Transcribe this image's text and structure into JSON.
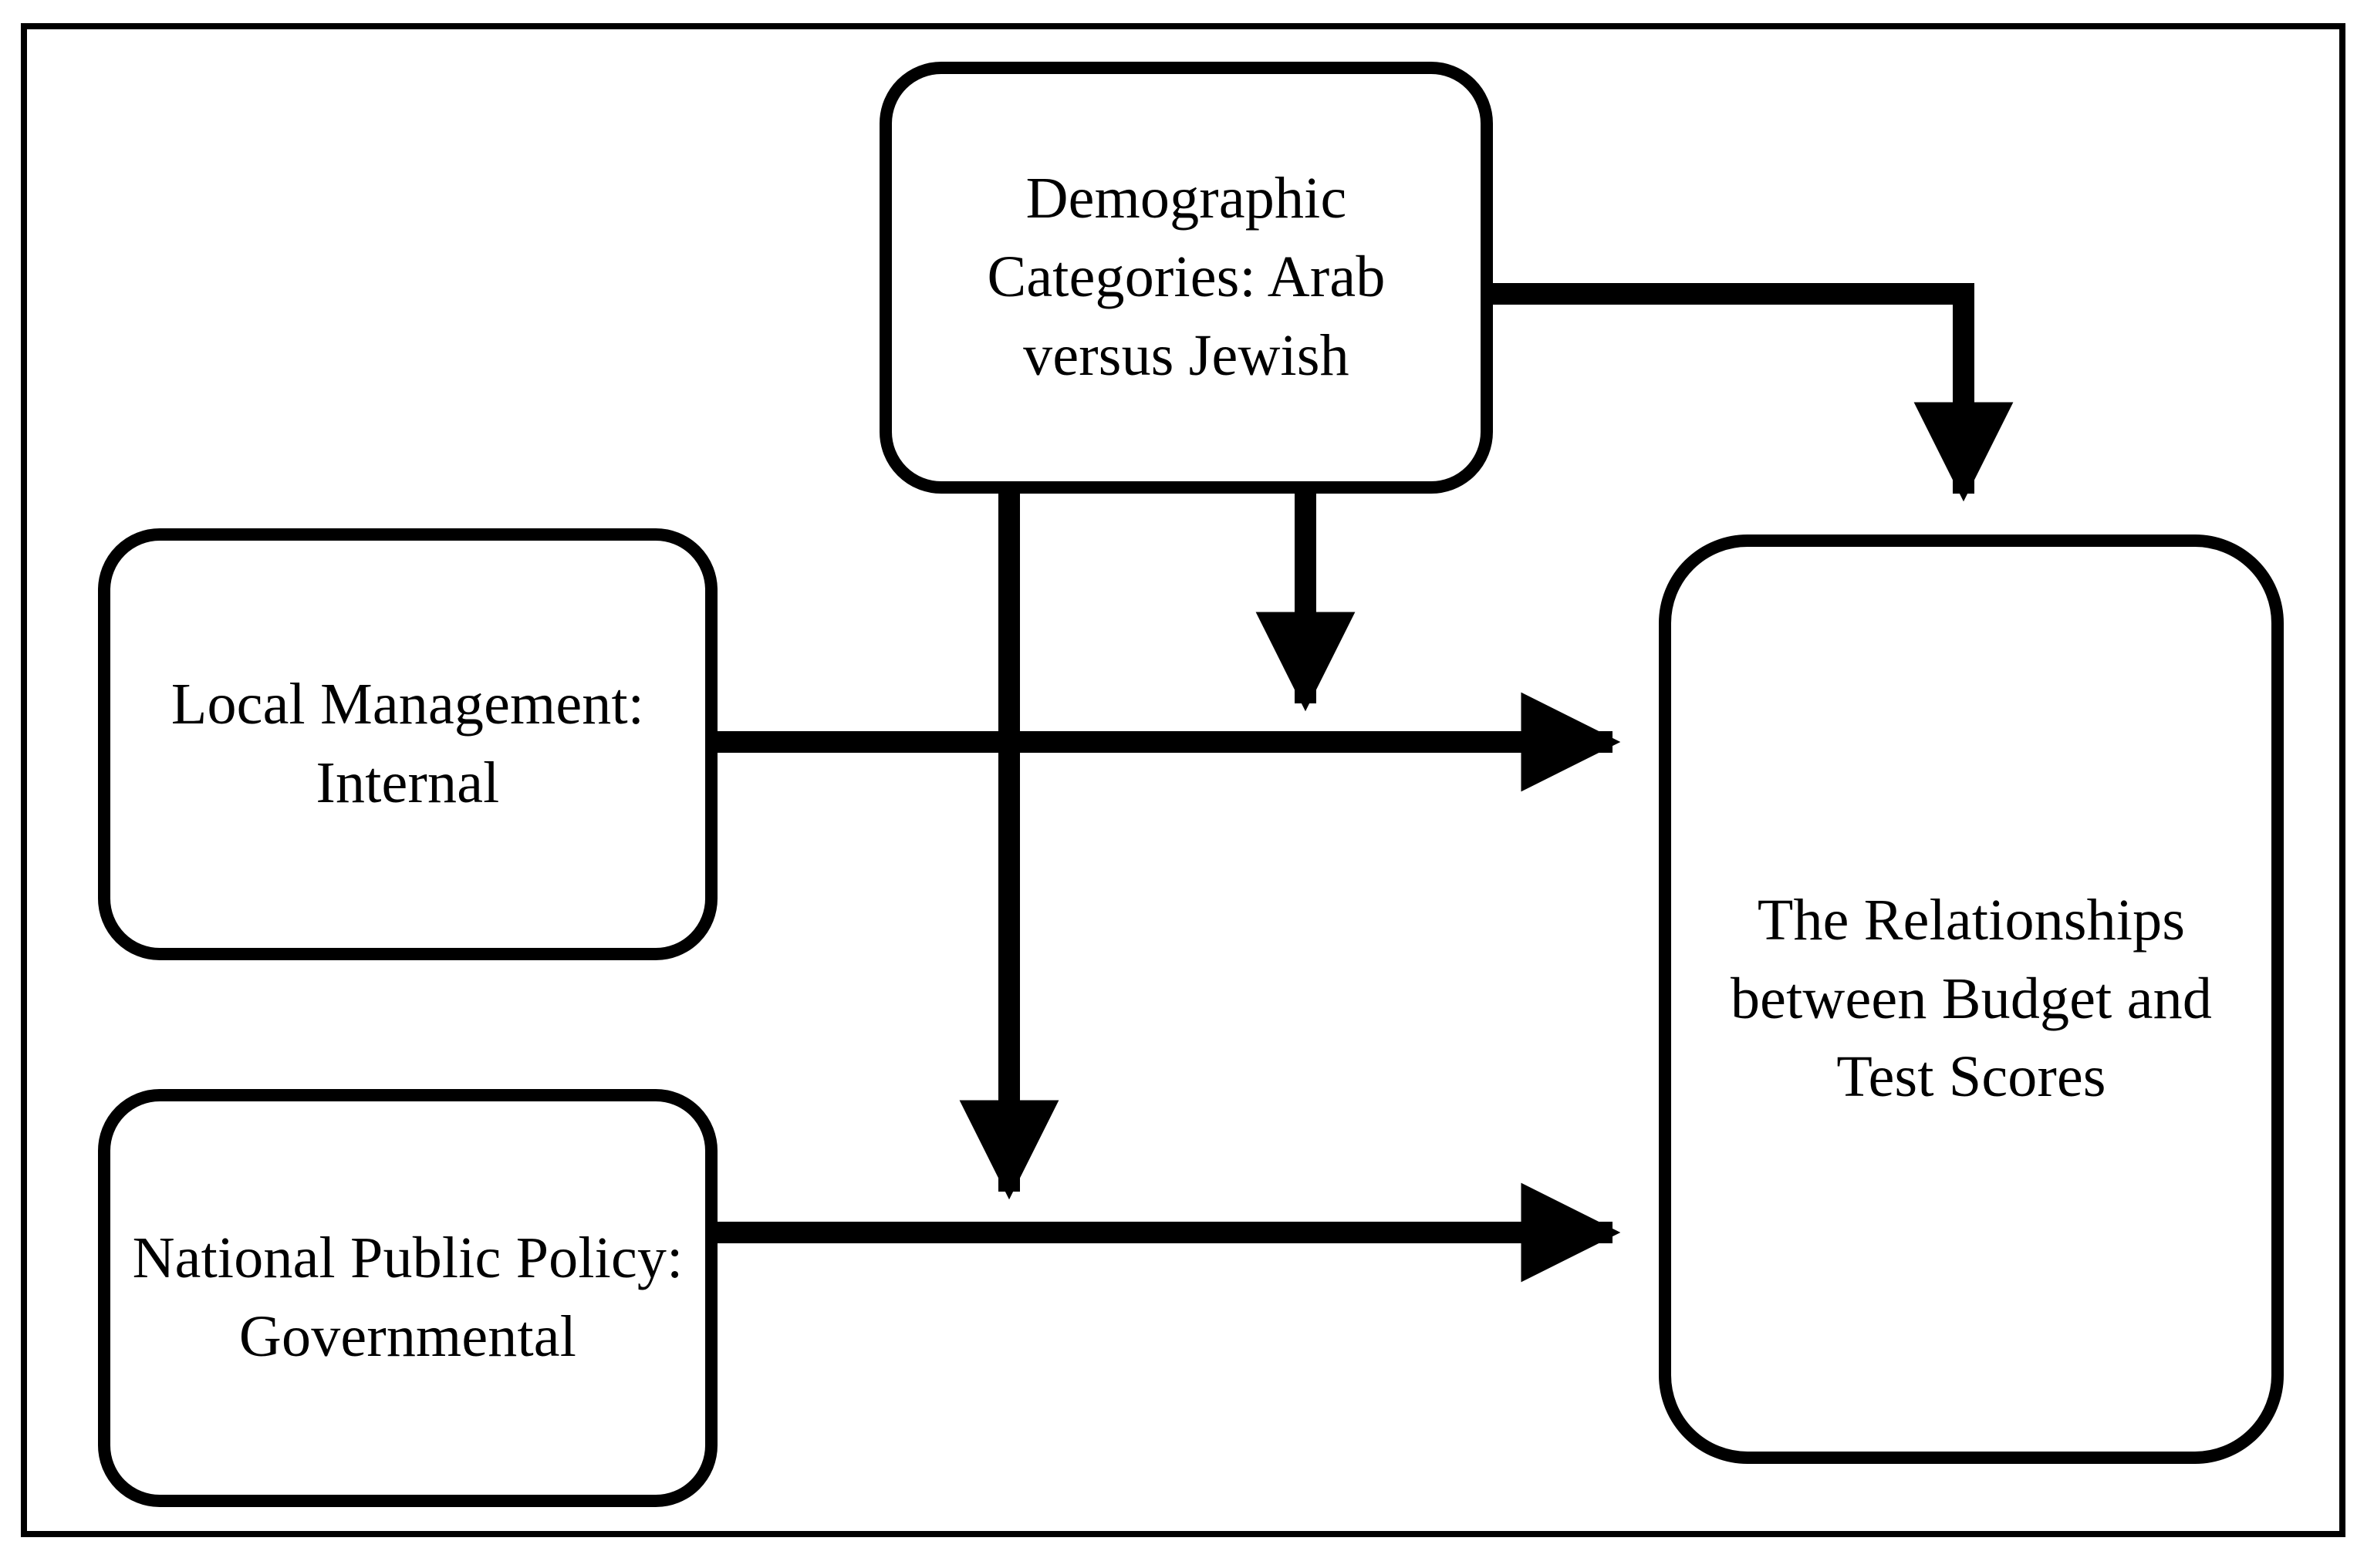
{
  "diagram": {
    "title_text": "",
    "background_color": "#ffffff",
    "line_color": "#000000",
    "frame": {
      "name": "outer-border",
      "style": "thin rectangular black frame"
    },
    "nodes": [
      {
        "id": "demographic",
        "label": "Demographic Categories: Arab versus Jewish",
        "lines": [
          "Demographic",
          "Categories: Arab",
          "versus Jewish"
        ],
        "role": "moderator",
        "shape": "rounded-rectangle"
      },
      {
        "id": "local-management",
        "label": "Local Management: Internal",
        "lines": [
          "Local",
          "Management:",
          "Internal"
        ],
        "role": "independent-variable",
        "shape": "rounded-rectangle"
      },
      {
        "id": "national-public-policy",
        "label": "National Public Policy: Governmental",
        "lines": [
          "National",
          "Public Policy:",
          "Governmental"
        ],
        "role": "independent-variable",
        "shape": "rounded-rectangle"
      },
      {
        "id": "outcome",
        "label": "The Relationships between Budget and Test Scores",
        "lines": [
          "The",
          "Relationships",
          "between",
          "Budget and",
          "Test Scores"
        ],
        "role": "dependent-variable",
        "shape": "rounded-rectangle"
      }
    ],
    "connectors": [
      {
        "id": "local-to-outcome",
        "from": "local-management",
        "to": "outcome",
        "style": "straight-horizontal-arrow",
        "arrowhead": "filled-triangle"
      },
      {
        "id": "national-to-outcome",
        "from": "national-public-policy",
        "to": "outcome",
        "style": "straight-horizontal-arrow",
        "arrowhead": "filled-triangle"
      },
      {
        "id": "demographic-to-outcome",
        "from": "demographic",
        "to": "outcome",
        "style": "elbow-arrow-right-then-down",
        "arrowhead": "filled-triangle"
      },
      {
        "id": "demographic-to-local-path",
        "from": "demographic",
        "to": "local-to-outcome",
        "style": "vertical-moderator-arrow",
        "arrowhead": "filled-triangle"
      },
      {
        "id": "demographic-to-national-path",
        "from": "demographic",
        "to": "national-to-outcome",
        "style": "vertical-moderator-arrow",
        "arrowhead": "filled-triangle"
      }
    ]
  }
}
